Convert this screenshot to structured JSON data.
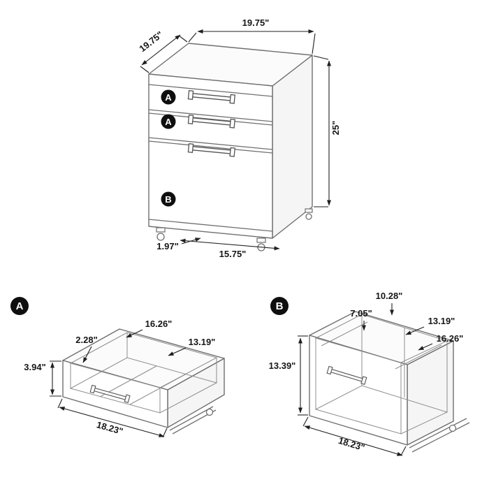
{
  "main_view": {
    "badges": [
      "A",
      "A",
      "B"
    ],
    "top_width": "19.75\"",
    "side_depth": "19.75\"",
    "height": "25\"",
    "caster_height": "1.97\"",
    "base_width": "15.75\""
  },
  "drawer_a_view": {
    "badge": "A",
    "inner_depth": "16.26\"",
    "inner_width": "13.19\"",
    "rim_height": "2.28\"",
    "front_height": "3.94\"",
    "outer_width": "18.23\""
  },
  "drawer_b_view": {
    "badge": "B",
    "back_depth": "10.28\"",
    "rail_depth": "7.05\"",
    "inner_width": "13.19\"",
    "inner_depth": "16.26\"",
    "front_height": "13.39\"",
    "outer_width": "18.23\""
  }
}
